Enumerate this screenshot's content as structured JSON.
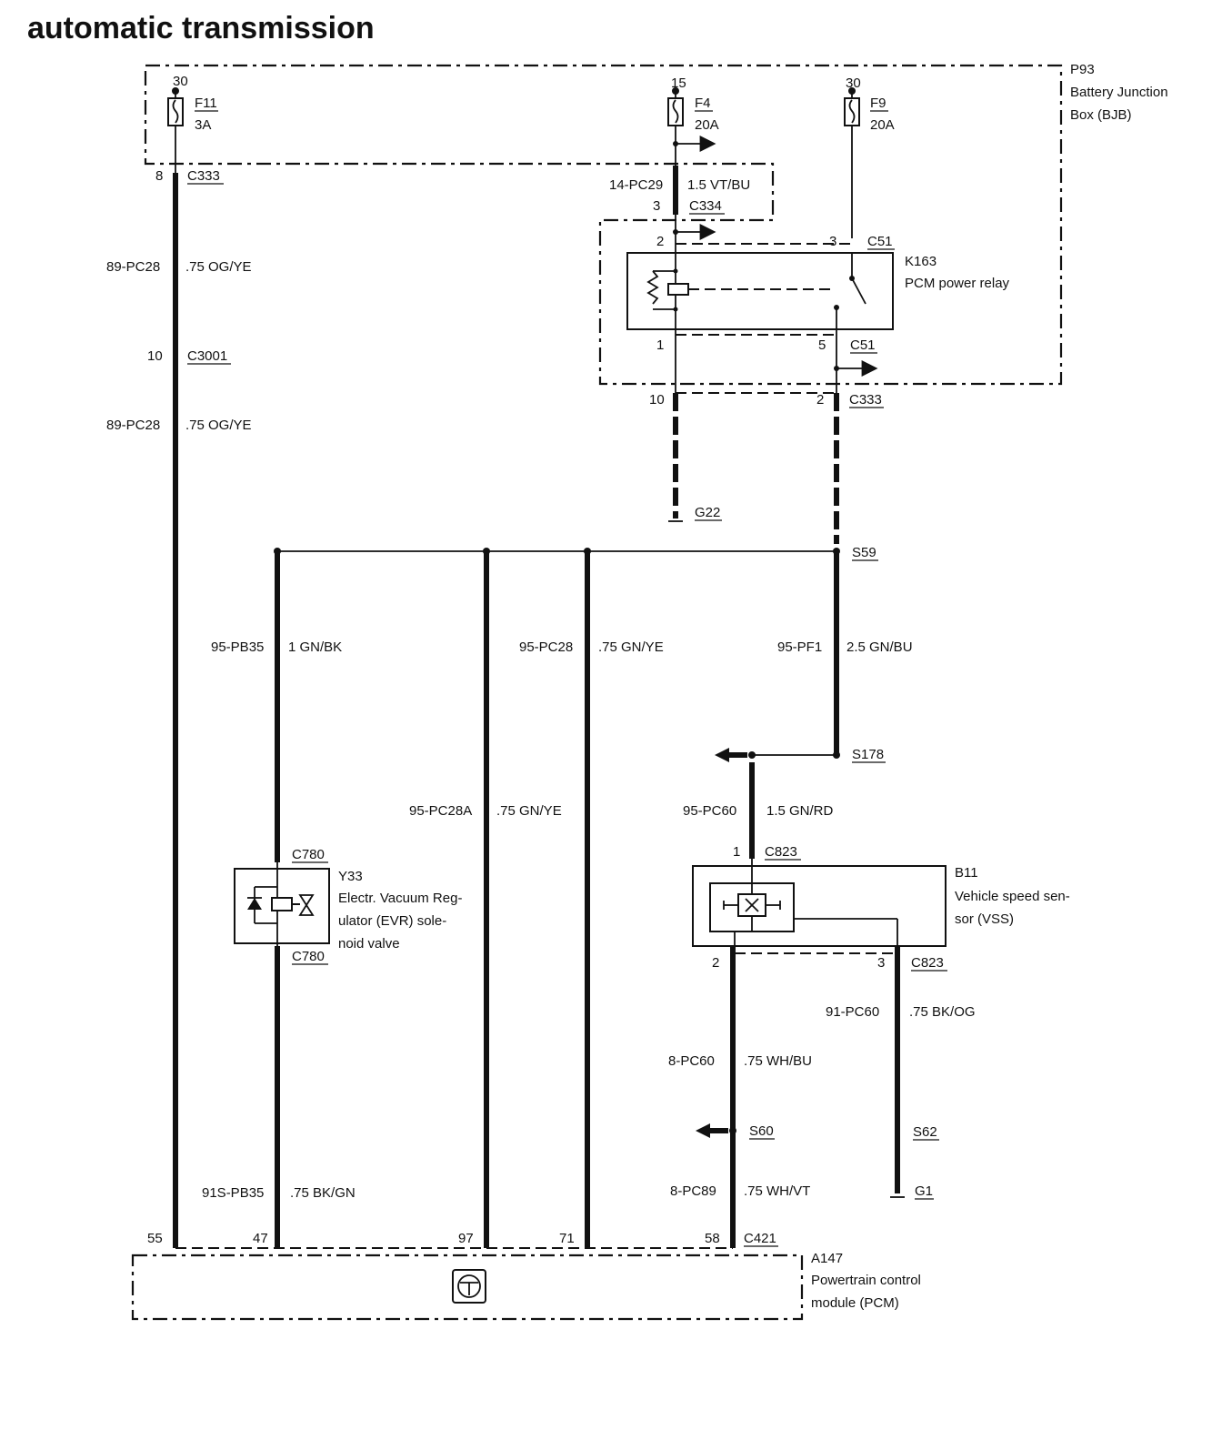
{
  "title": "automatic transmission",
  "components": {
    "P93": {
      "id": "P93",
      "name_l1": "Battery Junction",
      "name_l2": "Box (BJB)"
    },
    "K163": {
      "id": "K163",
      "name": "PCM power relay"
    },
    "Y33": {
      "id": "Y33",
      "name_l1": "Electr. Vacuum Reg-",
      "name_l2": "ulator (EVR) sole-",
      "name_l3": "noid valve"
    },
    "B11": {
      "id": "B11",
      "name_l1": "Vehicle speed sen-",
      "name_l2": "sor (VSS)"
    },
    "A147": {
      "id": "A147",
      "name_l1": "Powertrain control",
      "name_l2": "module (PCM)"
    }
  },
  "fuses": {
    "F11": {
      "id": "F11",
      "rating": "3A",
      "terminal": "30"
    },
    "F4": {
      "id": "F4",
      "rating": "20A",
      "terminal": "15"
    },
    "F9": {
      "id": "F9",
      "rating": "20A",
      "terminal": "30"
    }
  },
  "connectors": {
    "c333": "C333",
    "c3001": "C3001",
    "c334": "C334",
    "c51": "C51",
    "c780": "C780",
    "c823": "C823",
    "c421": "C421"
  },
  "pins": {
    "p8": "8",
    "p10": "10",
    "p3": "3",
    "p2": "2",
    "p1": "1",
    "p5": "5",
    "p55": "55",
    "p47": "47",
    "p97": "97",
    "p71": "71",
    "p58": "58"
  },
  "splices": {
    "s59": "S59",
    "s178": "S178",
    "s60": "S60",
    "s62": "S62"
  },
  "grounds": {
    "g22": "G22",
    "g1": "G1"
  },
  "wires": [
    {
      "code": "89-PC28",
      "spec": ".75 OG/YE"
    },
    {
      "code": "89-PC28",
      "spec": ".75 OG/YE"
    },
    {
      "code": "14-PC29",
      "spec": "1.5 VT/BU"
    },
    {
      "code": "95-PB35",
      "spec": "1 GN/BK"
    },
    {
      "code": "95-PC28",
      "spec": ".75 GN/YE"
    },
    {
      "code": "95-PF1",
      "spec": "2.5 GN/BU"
    },
    {
      "code": "95-PC28A",
      "spec": ".75 GN/YE"
    },
    {
      "code": "95-PC60",
      "spec": "1.5 GN/RD"
    },
    {
      "code": "91-PC60",
      "spec": ".75 BK/OG"
    },
    {
      "code": "8-PC60",
      "spec": ".75 WH/BU"
    },
    {
      "code": "91S-PB35",
      "spec": ".75 BK/GN"
    },
    {
      "code": "8-PC89",
      "spec": ".75 WH/VT"
    }
  ]
}
